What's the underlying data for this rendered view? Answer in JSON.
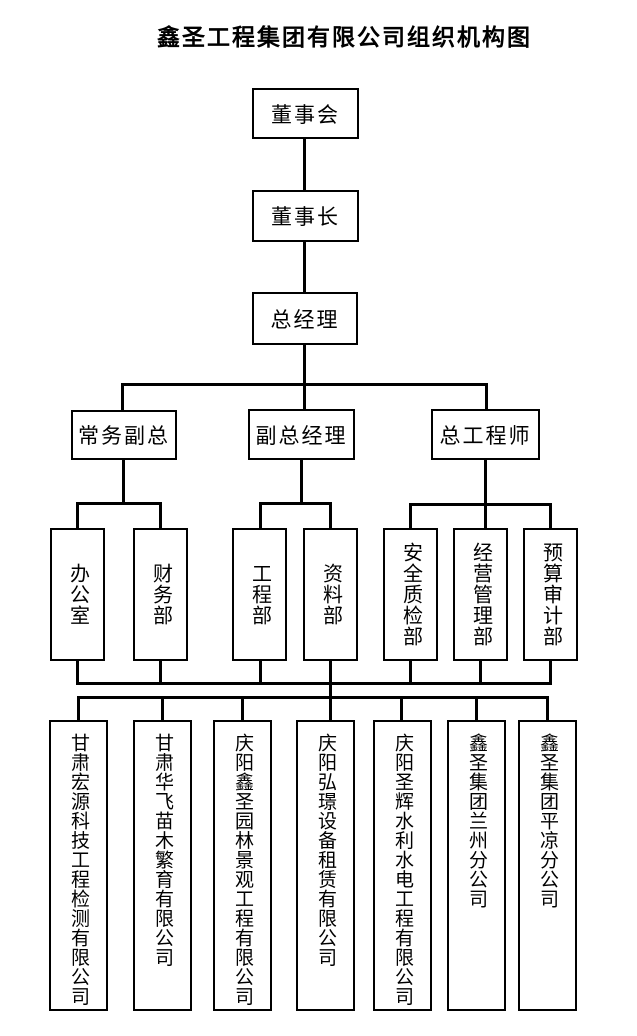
{
  "title": "鑫圣工程集团有限公司组织机构图",
  "org": {
    "level1": [
      {
        "label": "董事会"
      },
      {
        "label": "董事长"
      },
      {
        "label": "总经理"
      }
    ],
    "level2": [
      {
        "label": "常务副总",
        "children": [
          {
            "label": "办公室"
          },
          {
            "label": "财务部"
          }
        ]
      },
      {
        "label": "副总经理",
        "children": [
          {
            "label": "工程部"
          },
          {
            "label": "资料部"
          }
        ]
      },
      {
        "label": "总工程师",
        "children": [
          {
            "label": "安全质检部"
          },
          {
            "label": "经营管理部"
          },
          {
            "label": "预算审计部"
          }
        ]
      }
    ],
    "companies": [
      {
        "label": "甘肃宏源科技工程检测有限公司"
      },
      {
        "label": "甘肃华飞苗木繁育有限公司"
      },
      {
        "label": "庆阳鑫圣园林景观工程有限公司"
      },
      {
        "label": "庆阳弘璟设备租赁有限公司"
      },
      {
        "label": "庆阳圣辉水利水电工程有限公司"
      },
      {
        "label": "鑫圣集团兰州分公司"
      },
      {
        "label": "鑫圣集团平凉分公司"
      }
    ]
  },
  "colors": {
    "background": "#ffffff",
    "line": "#000000",
    "text": "#000000"
  }
}
